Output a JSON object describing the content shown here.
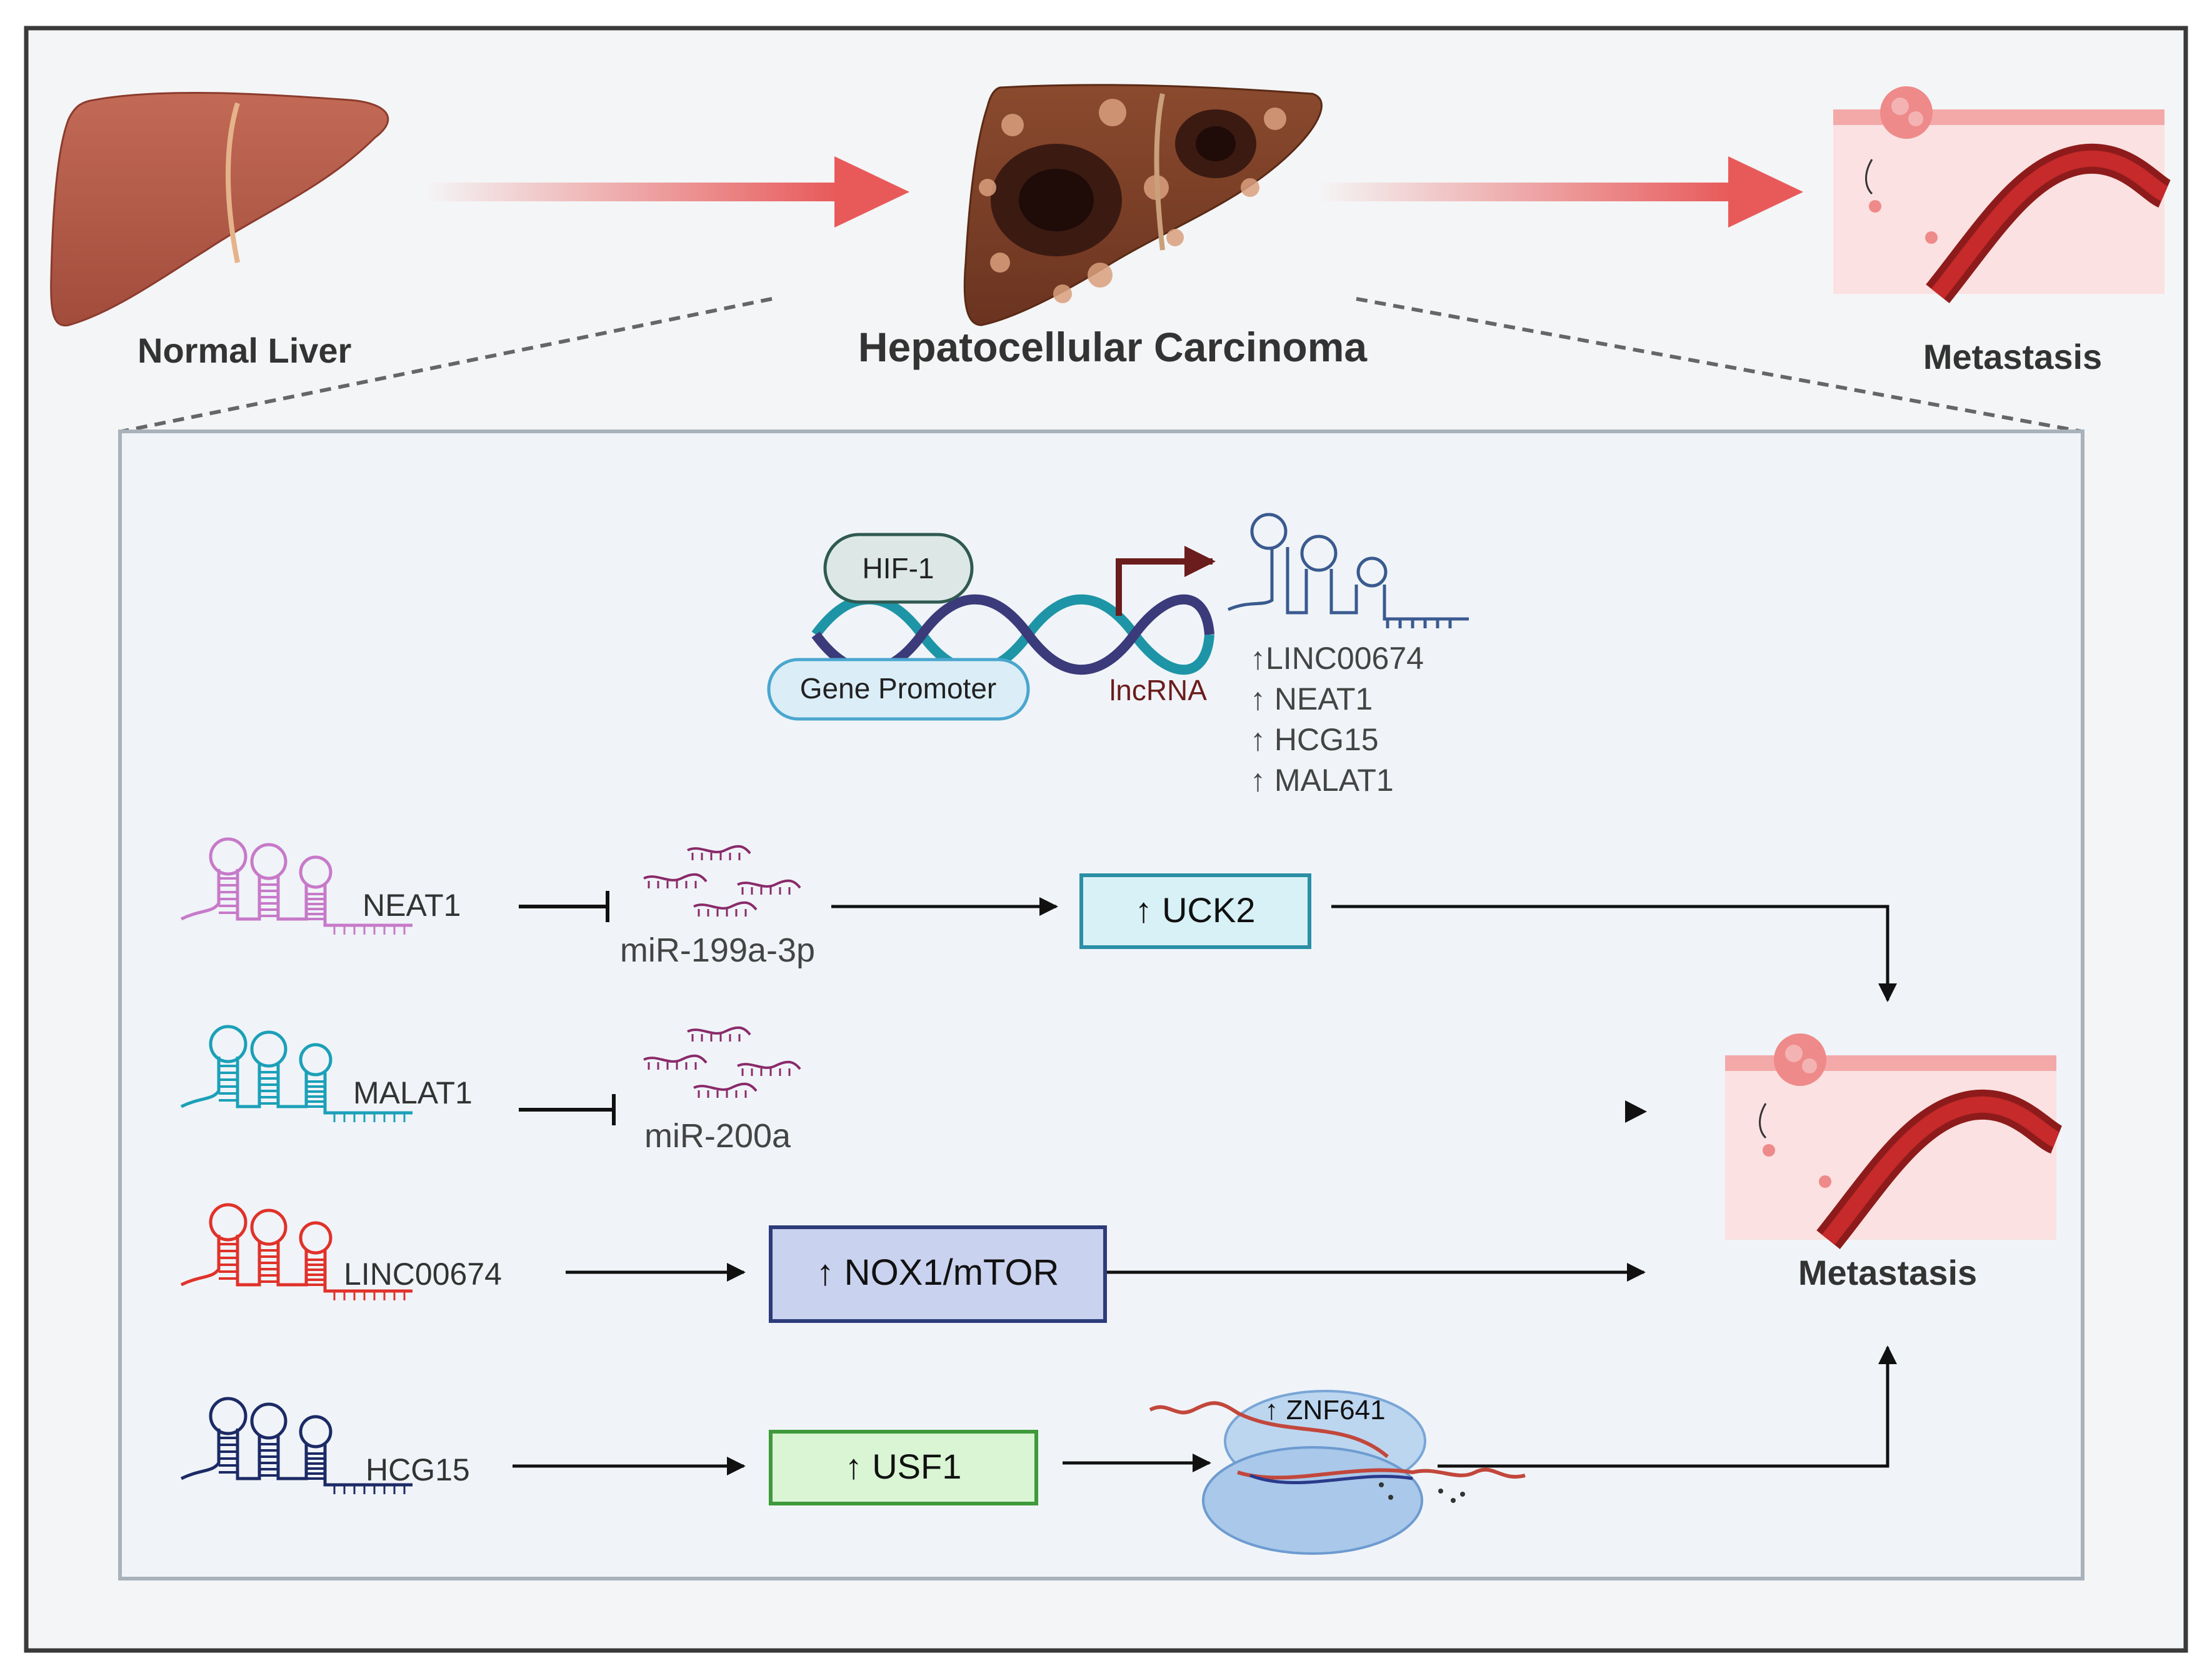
{
  "top": {
    "normal_liver": "Normal Liver",
    "hcc": "Hepatocellular Carcinoma",
    "metastasis": "Metastasis"
  },
  "promoter": {
    "hif": "HIF-1",
    "gene_promoter": "Gene Promoter",
    "lncrna": "lncRNA",
    "upregulated": [
      "↑LINC00674",
      "↑ NEAT1",
      "↑ HCG15",
      "↑ MALAT1"
    ]
  },
  "pathways": {
    "neat1": "NEAT1",
    "malat1": "MALAT1",
    "linc": "LINC00674",
    "hcg15": "HCG15",
    "mir199": "miR-199a-3p",
    "mir200": "miR-200a",
    "uck2": "↑ UCK2",
    "nox1": "↑ NOX1/mTOR",
    "usf1": "↑ USF1",
    "znf641": "↑ ZNF641",
    "metastasis": "Metastasis"
  },
  "colors": {
    "arrow_red": "#e85a5a",
    "neat1": "#c77ac9",
    "malat1": "#1ba0b8",
    "linc": "#e0322a",
    "hcg15": "#1c2a66",
    "mirna": "#8a2a6a",
    "uck2_fill": "#d8f1f6",
    "uck2_stroke": "#2b8fa6",
    "nox_fill": "#c9d2ee",
    "nox_stroke": "#2d3b7a",
    "usf_fill": "#d9f5d4",
    "usf_stroke": "#3e9a3a"
  }
}
